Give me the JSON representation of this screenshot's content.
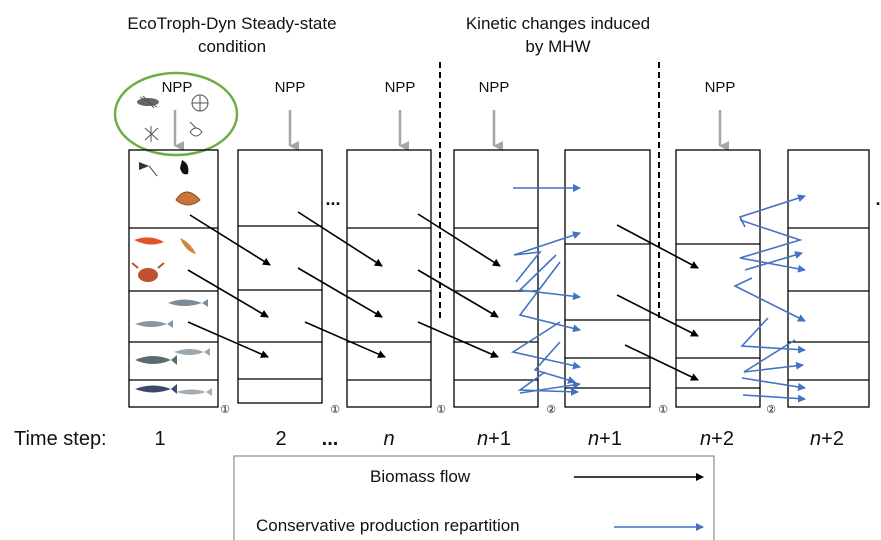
{
  "headers": {
    "steady_state_line1": "EcoTroph-Dyn Steady-state",
    "steady_state_line2": "condition",
    "kinetic_line1": "Kinetic changes induced",
    "kinetic_line2": "by MHW"
  },
  "npp_label": "NPP",
  "ellipsis": "...",
  "stage_markers": {
    "one": "①",
    "two": "②"
  },
  "time_step": {
    "label": "Time step:",
    "steps": [
      {
        "main": "1",
        "suffix": ""
      },
      {
        "main": "2",
        "suffix": ""
      },
      {
        "main": "n",
        "suffix": ""
      },
      {
        "main": "n",
        "suffix": "+1"
      },
      {
        "main": "n",
        "suffix": "+1"
      },
      {
        "main": "n",
        "suffix": "+2"
      },
      {
        "main": "n",
        "suffix": "+2"
      }
    ],
    "dots": "..."
  },
  "legend": {
    "biomass_flow": "Biomass flow",
    "conservative": "Conservative production repartition"
  },
  "colors": {
    "biomass_flow": "#000000",
    "conservative": "#4472C4",
    "plankton_circle": "#70AD47",
    "npp_arrow": "#A6A6A6",
    "dashed_divider": "#000000"
  },
  "icons": {
    "plankton": "plankton-icon",
    "benthos": "benthos-invertebrates-icon",
    "crustaceans": "crustaceans-icon",
    "small_fish": "small-pelagic-fish-icon",
    "large_fish": "large-predatory-fish-icon"
  }
}
